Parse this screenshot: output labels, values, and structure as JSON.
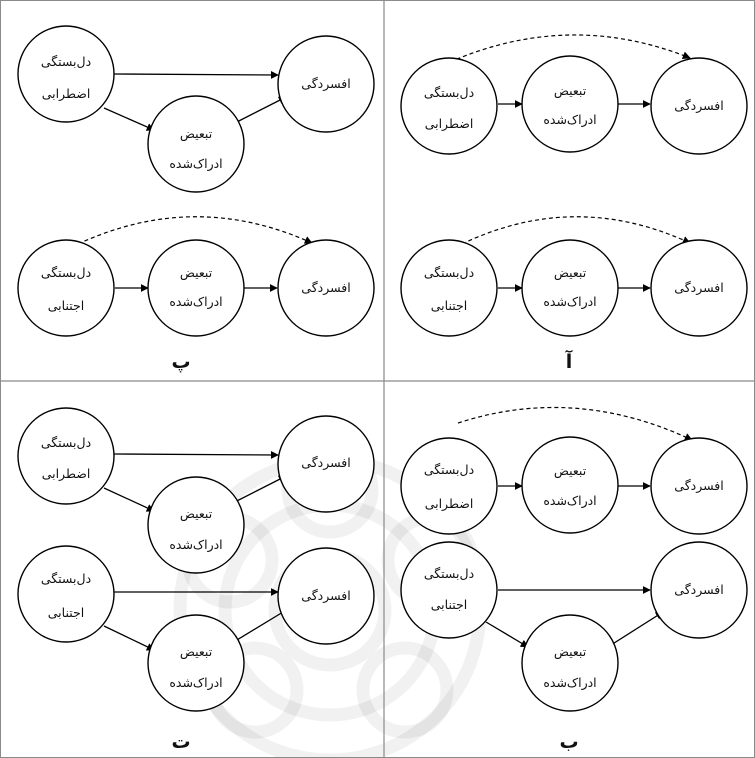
{
  "labels": {
    "depression": "افسردگی",
    "anxious_attachment": [
      "دل‌بستگی",
      "اضطرابی"
    ],
    "avoidant_attachment": [
      "دل‌بستگی",
      "اجتنابی"
    ],
    "perceived_discrimination": [
      "تبعیض",
      "ادراک‌شده"
    ]
  },
  "panels": [
    {
      "id": "alef",
      "label": "آ"
    },
    {
      "id": "be",
      "label": "ب"
    },
    {
      "id": "pe",
      "label": "پ"
    },
    {
      "id": "te",
      "label": "ت"
    }
  ]
}
